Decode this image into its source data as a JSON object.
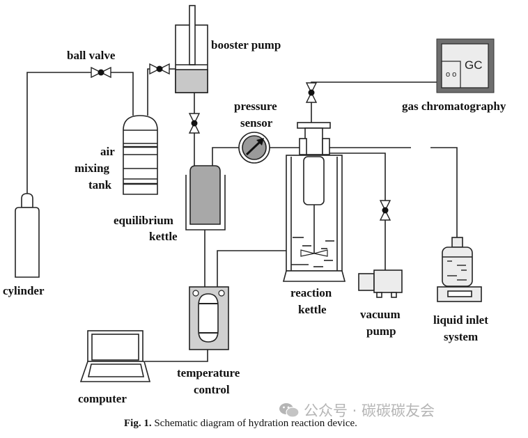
{
  "figure": {
    "labels": {
      "ball_valve": "ball valve",
      "booster_pump": "booster pump",
      "air_mixing_tank": [
        "air",
        "mixing",
        "tank"
      ],
      "cylinder": "cylinder",
      "pressure_sensor": [
        "pressure",
        "sensor"
      ],
      "gas_chromatography": "gas chromatography",
      "gc_badge": "GC",
      "gc_ports": "o o",
      "equilibrium_kettle": [
        "equilibrium",
        "kettle"
      ],
      "reaction_kettle": [
        "reaction",
        "kettle"
      ],
      "vacuum_pump": [
        "vacuum",
        "pump"
      ],
      "liquid_inlet_system": [
        "liquid inlet",
        "system"
      ],
      "temperature_control": [
        "temperature",
        "control"
      ],
      "computer": "computer"
    },
    "components": [
      "cylinder",
      "ball-valve",
      "air-mixing-tank",
      "booster-pump",
      "equilibrium-kettle",
      "pressure-sensor",
      "reaction-kettle",
      "gas-chromatography",
      "vacuum-pump",
      "liquid-inlet-system",
      "temperature-control",
      "computer"
    ],
    "colors": {
      "line": "#222222",
      "fill_gray": "#c8c8c8",
      "fill_dark_gray": "#a8a8a8",
      "fill_light": "#ececec",
      "gc_frame": "#6e6e6e",
      "watermark": "#b5b5b5"
    }
  },
  "caption": {
    "prefix": "Fig. 1.",
    "text": "Schematic diagram of hydration reaction device."
  },
  "watermark": {
    "text": "公众号 · 碳碳碳友会"
  }
}
